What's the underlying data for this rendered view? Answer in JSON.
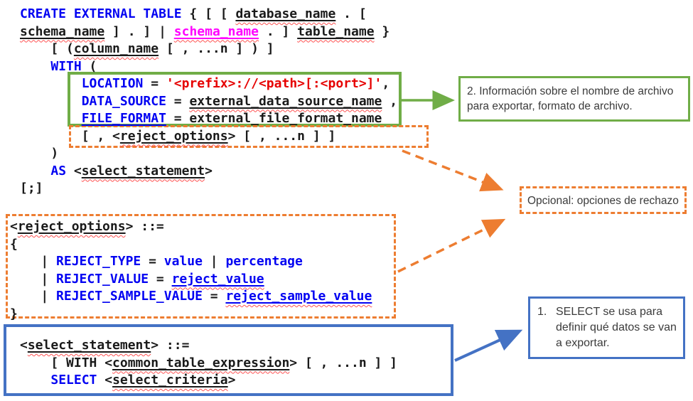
{
  "palette": {
    "keyword-blue": "#0202f2",
    "string-red": "#e60000",
    "magenta": "#ff00ff",
    "code-black": "#1a1a1a",
    "squiggle-red": "#ff5252",
    "green": "#70ad47",
    "orange": "#ed7d31",
    "blue": "#4472c4",
    "callout-text": "#3b3b3b"
  },
  "code_blocks": [
    {
      "id": "main",
      "lines": [
        [
          [
            "kw",
            "CREATE EXTERNAL TABLE"
          ],
          [
            "pl",
            " { [ [ "
          ],
          [
            "id",
            "database_name"
          ],
          [
            "pl",
            " . ["
          ]
        ],
        [
          [
            "id",
            "schema_name"
          ],
          [
            "pl",
            " ] . ] | "
          ],
          [
            "mg",
            "schema_name"
          ],
          [
            "pl",
            " . ] "
          ],
          [
            "id",
            "table_name"
          ],
          [
            "pl",
            " }"
          ]
        ],
        [
          [
            "pl",
            "    [ ("
          ],
          [
            "id",
            "column_name"
          ],
          [
            "pl",
            " [ , ...n ] ) ]"
          ]
        ],
        [
          [
            "pl",
            "    "
          ],
          [
            "kw",
            "WITH"
          ],
          [
            "pl",
            " ("
          ]
        ],
        [
          [
            "pl",
            "        "
          ],
          [
            "kw",
            "LOCATION"
          ],
          [
            "pl",
            " = "
          ],
          [
            "str",
            "'<prefix>://<path>[:<port>]'"
          ],
          [
            "pl",
            ","
          ]
        ],
        [
          [
            "pl",
            "        "
          ],
          [
            "kw",
            "DATA_SOURCE"
          ],
          [
            "pl",
            " = "
          ],
          [
            "id",
            "external_data_source_name"
          ],
          [
            "pl",
            " ,"
          ]
        ],
        [
          [
            "pl",
            "        "
          ],
          [
            "lk",
            "FILE_FORMAT"
          ],
          [
            "pl",
            " = external_file_format_name"
          ]
        ],
        [
          [
            "pl",
            "        [ , <"
          ],
          [
            "id",
            "reject_options"
          ],
          [
            "pl",
            "> [ , ...n ] ]"
          ]
        ],
        [
          [
            "pl",
            "    )"
          ]
        ],
        [
          [
            "pl",
            "    "
          ],
          [
            "kw",
            "AS"
          ],
          [
            "pl",
            " <"
          ],
          [
            "id",
            "select_statement"
          ],
          [
            "pl",
            ">"
          ]
        ],
        [
          [
            "pl",
            "[;]"
          ]
        ]
      ]
    },
    {
      "id": "reject",
      "lines": [
        [
          [
            "pl",
            "<"
          ],
          [
            "id",
            "reject_options"
          ],
          [
            "pl",
            "> ::="
          ]
        ],
        [
          [
            "pl",
            "{"
          ]
        ],
        [
          [
            "pl",
            "    | "
          ],
          [
            "kw",
            "REJECT_TYPE"
          ],
          [
            "pl",
            " = "
          ],
          [
            "kw",
            "value"
          ],
          [
            "pl",
            " | "
          ],
          [
            "kw",
            "percentage"
          ]
        ],
        [
          [
            "pl",
            "    | "
          ],
          [
            "kw",
            "REJECT_VALUE"
          ],
          [
            "pl",
            " = "
          ],
          [
            "idb",
            "reject_value"
          ]
        ],
        [
          [
            "pl",
            "    | "
          ],
          [
            "kw",
            "REJECT_SAMPLE_VALUE"
          ],
          [
            "pl",
            " = "
          ],
          [
            "idb",
            "reject_sample_value"
          ]
        ],
        [
          [
            "pl",
            "}"
          ]
        ]
      ]
    },
    {
      "id": "select",
      "lines": [
        [
          [
            "pl",
            "<"
          ],
          [
            "id",
            "select_statement"
          ],
          [
            "pl",
            "> ::="
          ]
        ],
        [
          [
            "pl",
            "    [ WITH <"
          ],
          [
            "id",
            "common_table_expression"
          ],
          [
            "pl",
            "> [ , ...n ] ]"
          ]
        ],
        [
          [
            "pl",
            "    "
          ],
          [
            "kw",
            "SELECT"
          ],
          [
            "pl",
            " <"
          ],
          [
            "id",
            "select_criteria"
          ],
          [
            "pl",
            ">"
          ]
        ]
      ]
    }
  ],
  "callouts": {
    "file_format": {
      "text": "2. Información sobre el nombre de archivo para exportar, formato de archivo."
    },
    "reject": {
      "text": "Opcional: opciones de rechazo"
    },
    "select": {
      "number": "1.",
      "text": "SELECT se usa para definir qué datos se van a exportar."
    }
  }
}
